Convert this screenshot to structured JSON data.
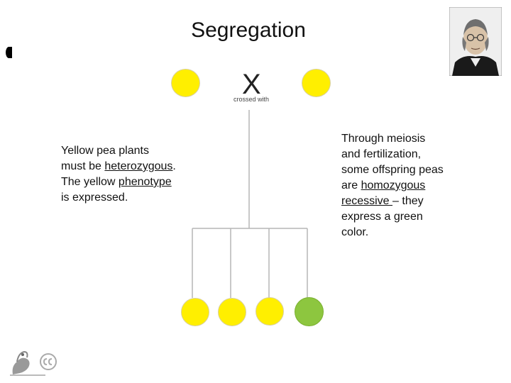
{
  "title": "Segregation",
  "cross": {
    "symbol": "X",
    "label": "crossed with"
  },
  "left_text": {
    "line1": "Yellow pea plants",
    "line2_a": "must be ",
    "line2_b": "heterozygous",
    "line2_c": ".",
    "line3_a": "The yellow ",
    "line3_b": "phenotype",
    "line4": "is expressed."
  },
  "right_text": {
    "line1": "Through meiosis",
    "line2": "and fertilization,",
    "line3": "some offspring peas",
    "line4_a": "are ",
    "line4_b": "homozygous",
    "line5_a": "recessive ",
    "line5_b": "– they",
    "line6": "express a green",
    "line7": "color."
  },
  "colors": {
    "yellow": "#ffef00",
    "green": "#8dc63f",
    "line": "#b5b5b5"
  },
  "parents": [
    "yellow",
    "yellow"
  ],
  "offspring": [
    "yellow",
    "yellow",
    "yellow",
    "green"
  ]
}
